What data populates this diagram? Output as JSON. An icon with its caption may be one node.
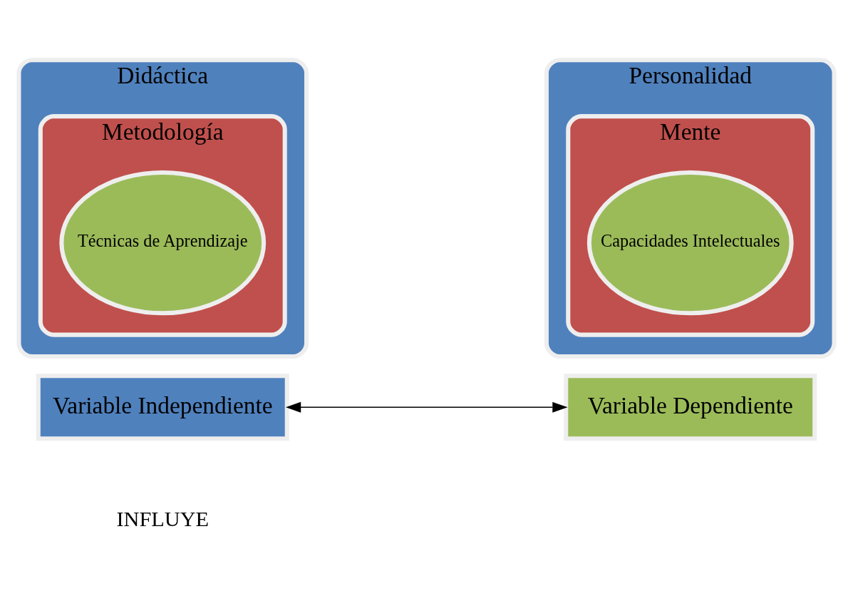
{
  "diagram": {
    "nodes": [
      {
        "text": [
          "Didáctica"
        ]
      },
      {
        "text": [
          "Metodología"
        ],
        "in": 0
      },
      {
        "text": [
          "Técnicas de Aprendizaje"
        ],
        "in": 1
      },
      {
        "text": [
          "Personalidad"
        ]
      },
      {
        "text": [
          "Mente"
        ],
        "in": 3
      },
      {
        "text": [
          "Capacidades Intelectuales"
        ],
        "in": 4
      },
      {
        "text": [
          "Variable Independiente"
        ]
      },
      {
        "text": [
          "Variable Dependiente"
        ]
      }
    ],
    "edges": [
      {
        "from": 6,
        "to": 7,
        "arrow": "both"
      }
    ],
    "labels": [
      "INFLUYE"
    ]
  }
}
